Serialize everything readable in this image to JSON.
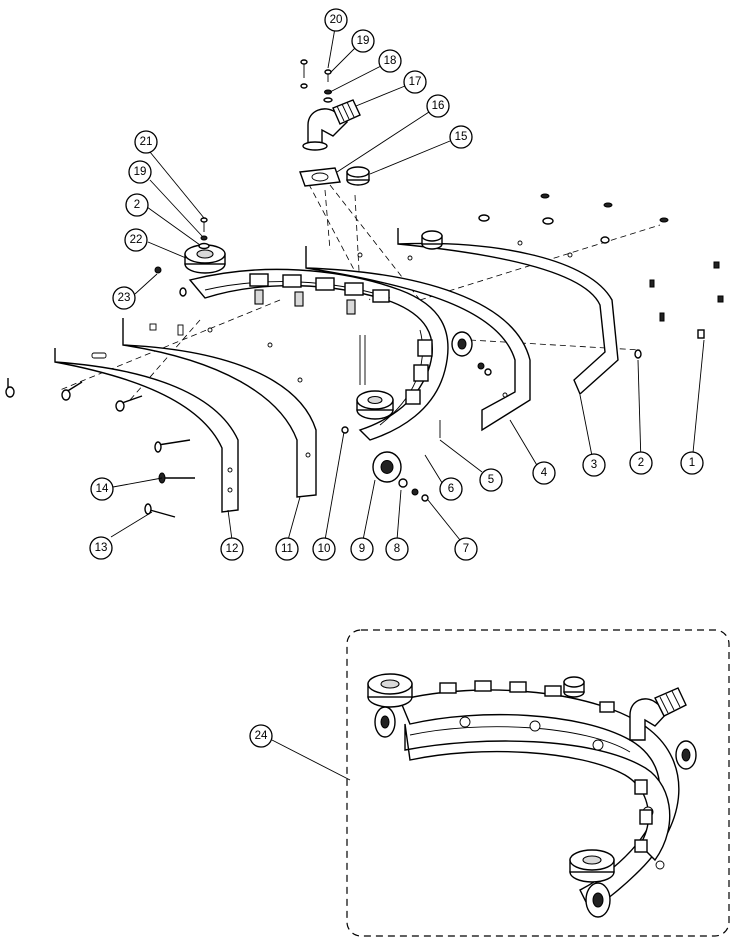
{
  "callouts": [
    {
      "id": "c1",
      "label": "1"
    },
    {
      "id": "c2",
      "label": "2"
    },
    {
      "id": "c3",
      "label": "3"
    },
    {
      "id": "c4",
      "label": "4"
    },
    {
      "id": "c5",
      "label": "5"
    },
    {
      "id": "c6",
      "label": "6"
    },
    {
      "id": "c7",
      "label": "7"
    },
    {
      "id": "c8",
      "label": "8"
    },
    {
      "id": "c9",
      "label": "9"
    },
    {
      "id": "c10",
      "label": "10"
    },
    {
      "id": "c11",
      "label": "11"
    },
    {
      "id": "c12",
      "label": "12"
    },
    {
      "id": "c13",
      "label": "13"
    },
    {
      "id": "c14",
      "label": "14"
    },
    {
      "id": "c15",
      "label": "15"
    },
    {
      "id": "c16",
      "label": "16"
    },
    {
      "id": "c17",
      "label": "17"
    },
    {
      "id": "c18",
      "label": "18"
    },
    {
      "id": "c19a",
      "label": "19"
    },
    {
      "id": "c20",
      "label": "20"
    },
    {
      "id": "c21",
      "label": "21"
    },
    {
      "id": "c19b",
      "label": "19"
    },
    {
      "id": "c2b",
      "label": "2"
    },
    {
      "id": "c22",
      "label": "22"
    },
    {
      "id": "c23",
      "label": "23"
    },
    {
      "id": "c24",
      "label": "24"
    }
  ]
}
